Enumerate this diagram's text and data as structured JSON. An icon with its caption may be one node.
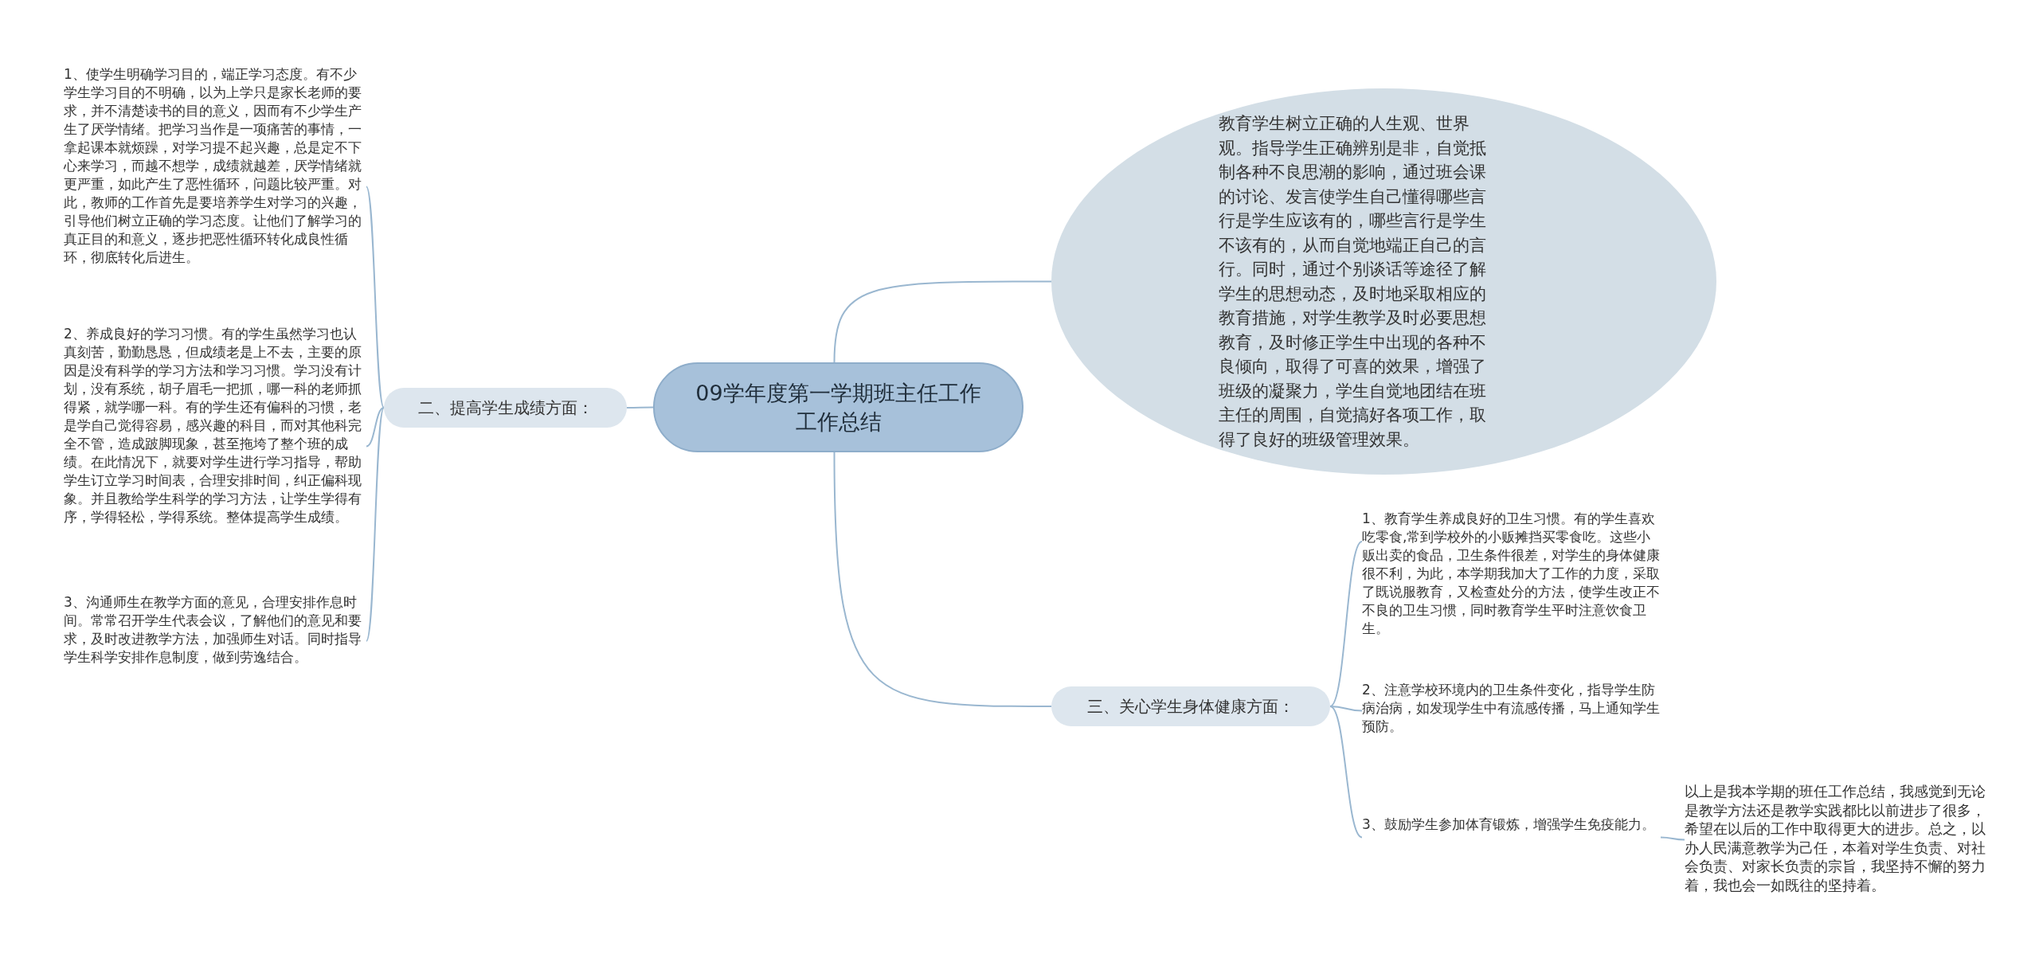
{
  "diagram": {
    "nodes": [
      {
        "text": [
          "09学年度第一学期班主任工作工作总结"
        ]
      },
      {
        "text": [
          "二、提高学生成绩方面："
        ]
      },
      {
        "text": [
          "1、使学生明确学习目的，端正学习态度。有不少学生学习目的不明确，以为上学只是家长老师的要求，并不清楚读书的目的意义，因而有不少学生产生了厌学情绪。把学习当作是一项痛苦的事情，一拿起课本就烦躁，对学习提不起兴趣，总是定不下心来学习，而越不想学，成绩就越差，厌学情绪就更严重，如此产生了恶性循环，问题比较严重。对此，教师的工作首先是要培养学生对学习的兴趣，引导他们树立正确的学习态度。让他们了解学习的真正目的和意义，逐步把恶性循环转化成良性循环，彻底转化后进生。"
        ]
      },
      {
        "text": [
          "2、养成良好的学习习惯。有的学生虽然学习也认真刻苦，勤勤恳恳，但成绩老是上不去，主要的原因是没有科学的学习方法和学习习惯。学习没有计划，没有系统，胡子眉毛一把抓，哪一科的老师抓得紧，就学哪一科。有的学生还有偏科的习惯，老是学自己觉得容易，感兴趣的科目，而对其他科完全不管，造成跛脚现象，甚至拖垮了整个班的成绩。在此情况下，就要对学生进行学习指导，帮助学生订立学习时间表，合理安排时间，纠正偏科现象。并且教给学生科学的学习方法，让学生学得有序，学得轻松，学得系统。整体提高学生成绩。"
        ]
      },
      {
        "text": [
          "3、沟通师生在教学方面的意见，合理安排作息时间。常常召开学生代表会议，了解他们的意见和要求，及时改进教学方法，加强师生对话。同时指导学生科学安排作息制度，做到劳逸结合。"
        ]
      },
      {
        "text": [
          "教育学生树立正确的人生观、世界观。指导学生正确辨别是非，自觉抵制各种不良思潮的影响，通过班会课的讨论、发言使学生自己懂得哪些言行是学生应该有的，哪些言行是学生不该有的，从而自觉地端正自己的言行。同时，通过个别谈话等途径了解学生的思想动态，及时地采取相应的教育措施，对学生教学及时必要思想教育，及时修正学生中出现的各种不良倾向，取得了可喜的效果，增强了班级的凝聚力，学生自觉地团结在班主任的周围，自觉搞好各项工作，取得了良好的班级管理效果。"
        ]
      },
      {
        "text": [
          "三、关心学生身体健康方面："
        ]
      },
      {
        "text": [
          "1、教育学生养成良好的卫生习惯。有的学生喜欢吃零食,常到学校外的小贩摊挡买零食吃。这些小贩出卖的食品，卫生条件很差，对学生的身体健康很不利，为此，本学期我加大了工作的力度，采取了既说服教育，又检查处分的方法，使学生改正不不良的卫生习惯，同时教育学生平时注意饮食卫生。"
        ]
      },
      {
        "text": [
          "2、注意学校环境内的卫生条件变化，指导学生防病治病，如发现学生中有流感传播，马上通知学生预防。"
        ]
      },
      {
        "text": [
          "3、鼓励学生参加体育锻炼，增强学生免疫能力。"
        ]
      },
      {
        "text": [
          "以上是我本学期的班任工作总结，我感觉到无论是教学方法还是教学实践都比以前进步了很多，希望在以后的工作中取得更大的进步。总之，以办人民满意教学为己任，本着对学生负责、对社会负责、对家长负责的宗旨，我坚持不懈的努力着，我也会一如既往的坚持着。"
        ]
      }
    ],
    "edges": [
      {
        "from": 0,
        "to": 1,
        "arrow": "none"
      },
      {
        "from": 0,
        "to": 5,
        "arrow": "none"
      },
      {
        "from": 0,
        "to": 6,
        "arrow": "none"
      },
      {
        "from": 1,
        "to": 2,
        "arrow": "none"
      },
      {
        "from": 1,
        "to": 3,
        "arrow": "none"
      },
      {
        "from": 1,
        "to": 4,
        "arrow": "none"
      },
      {
        "from": 6,
        "to": 7,
        "arrow": "none"
      },
      {
        "from": 6,
        "to": 8,
        "arrow": "none"
      },
      {
        "from": 6,
        "to": 9,
        "arrow": "none"
      },
      {
        "from": 9,
        "to": 10,
        "arrow": "none"
      }
    ]
  }
}
